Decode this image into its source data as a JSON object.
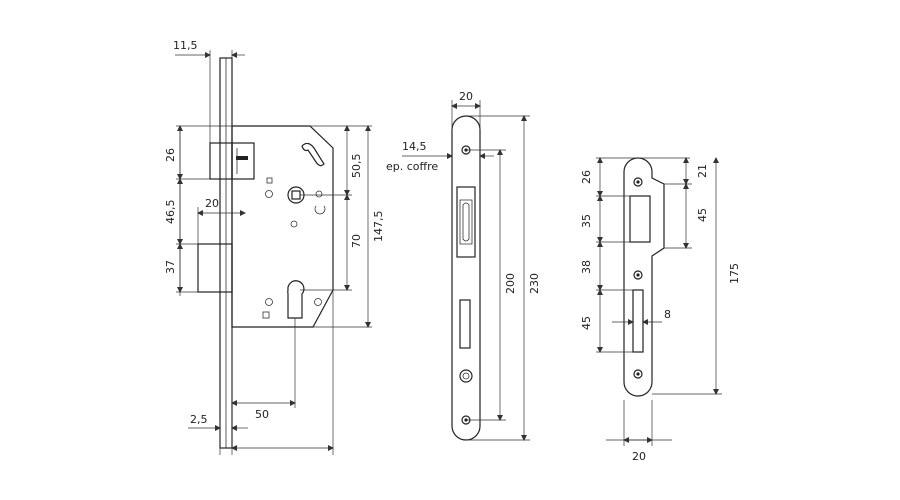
{
  "diagram": {
    "lock_body_dims": {
      "faceplate_thickness": "11,5",
      "top_offset": "26",
      "latch_to_bolt": "46,5",
      "bolt_projection": "20",
      "bolt_height": "37",
      "handle_height": "50,5",
      "handle_to_cylinder": "70",
      "body_height": "147,5",
      "plate_offset": "2,5",
      "backset": "50"
    },
    "faceplate_dims": {
      "width": "20",
      "case_depth": "14,5",
      "case_depth_note": "ep. coffre",
      "screw_spacing": "200",
      "total_length": "230"
    },
    "strike_dims": {
      "top": "26",
      "latch_hole": "35",
      "gap": "38",
      "bolt_hole": "45",
      "top_right": "21",
      "latch_height_right": "45",
      "bolt_width": "8",
      "total_length": "175",
      "width": "20"
    }
  }
}
